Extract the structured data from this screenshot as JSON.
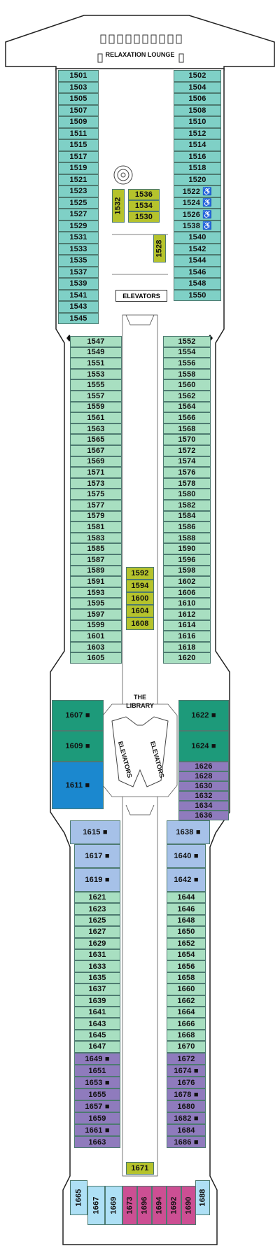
{
  "labels": {
    "relaxation_lounge": "RELAXATION LOUNGE",
    "elevators": "ELEVATORS",
    "the_library": "THE LIBRARY"
  },
  "colors": {
    "teal": "#7fd0c6",
    "mint": "#a8dfc1",
    "dark_green": "#1d9a7a",
    "blue": "#1b88cf",
    "periwinkle": "#a6c1e8",
    "purple": "#8f7bbd",
    "light_blue": "#aee0f5",
    "magenta": "#cc4f93",
    "olive": "#b5c32c"
  },
  "cabins": {
    "teal_left": [
      "1501",
      "1503",
      "1505",
      "1507",
      "1509",
      "1511",
      "1515",
      "1517",
      "1519",
      "1521",
      "1523",
      "1525",
      "1527",
      "1529",
      "1531",
      "1533",
      "1535",
      "1537",
      "1539",
      "1541",
      "1543",
      "1545"
    ],
    "teal_right": [
      "1502",
      "1504",
      "1506",
      "1508",
      "1510",
      "1512",
      "1514",
      "1516",
      "1518",
      "1520",
      "1522 ♿",
      "1524 ♿",
      "1526 ♿",
      "1538 ♿",
      "1540",
      "1542",
      "1544",
      "1546",
      "1548",
      "1550"
    ],
    "olive_center": [
      "1536",
      "1534",
      "1530",
      "1528",
      "1532"
    ],
    "olive_lower": [
      "1592",
      "1594",
      "1600",
      "1604",
      "1608",
      "1671"
    ],
    "mint_left": [
      "1547",
      "1549",
      "1551",
      "1553",
      "1555",
      "1557",
      "1559",
      "1561",
      "1563",
      "1565",
      "1567",
      "1569",
      "1571",
      "1573",
      "1575",
      "1577",
      "1579",
      "1581",
      "1583",
      "1585",
      "1587",
      "1589",
      "1591",
      "1593",
      "1595",
      "1597",
      "1599",
      "1601",
      "1603",
      "1605"
    ],
    "mint_right": [
      "1552",
      "1554",
      "1556",
      "1558",
      "1560",
      "1562",
      "1564",
      "1566",
      "1568",
      "1570",
      "1572",
      "1574",
      "1576",
      "1578",
      "1580",
      "1582",
      "1584",
      "1586",
      "1588",
      "1590",
      "1596",
      "1598",
      "1602",
      "1606",
      "1610",
      "1612",
      "1614",
      "1616",
      "1618",
      "1620"
    ],
    "dark_green": [
      "1607 ■",
      "1609 ■",
      "1622 ■",
      "1624 ■"
    ],
    "blue": [
      "1611 ■"
    ],
    "purple_right_upper": [
      "1626",
      "1628",
      "1630",
      "1632",
      "1634",
      "1636"
    ],
    "periwinkle": [
      "1615 ■",
      "1617 ■",
      "1619 ■",
      "1638 ■",
      "1640 ■",
      "1642 ■"
    ],
    "mint_lower_left": [
      "1621",
      "1623",
      "1625",
      "1627",
      "1629",
      "1631",
      "1633",
      "1635",
      "1637",
      "1639",
      "1641",
      "1643",
      "1645",
      "1647"
    ],
    "mint_lower_right": [
      "1644",
      "1646",
      "1648",
      "1650",
      "1652",
      "1654",
      "1656",
      "1658",
      "1660",
      "1662",
      "1664",
      "1666",
      "1668",
      "1670"
    ],
    "purple_lower_left": [
      "1649 ■",
      "1651",
      "1653 ■",
      "1655",
      "1657 ■",
      "1659",
      "1661 ■",
      "1663"
    ],
    "purple_lower_right": [
      "1672",
      "1674 ■",
      "1676",
      "1678 ■",
      "1680",
      "1682 ■",
      "1684",
      "1686 ■"
    ],
    "stern_light_blue": [
      "1665",
      "1667",
      "1669",
      "1688"
    ],
    "stern_magenta": [
      "1673",
      "1696",
      "1694",
      "1692",
      "1690"
    ]
  }
}
